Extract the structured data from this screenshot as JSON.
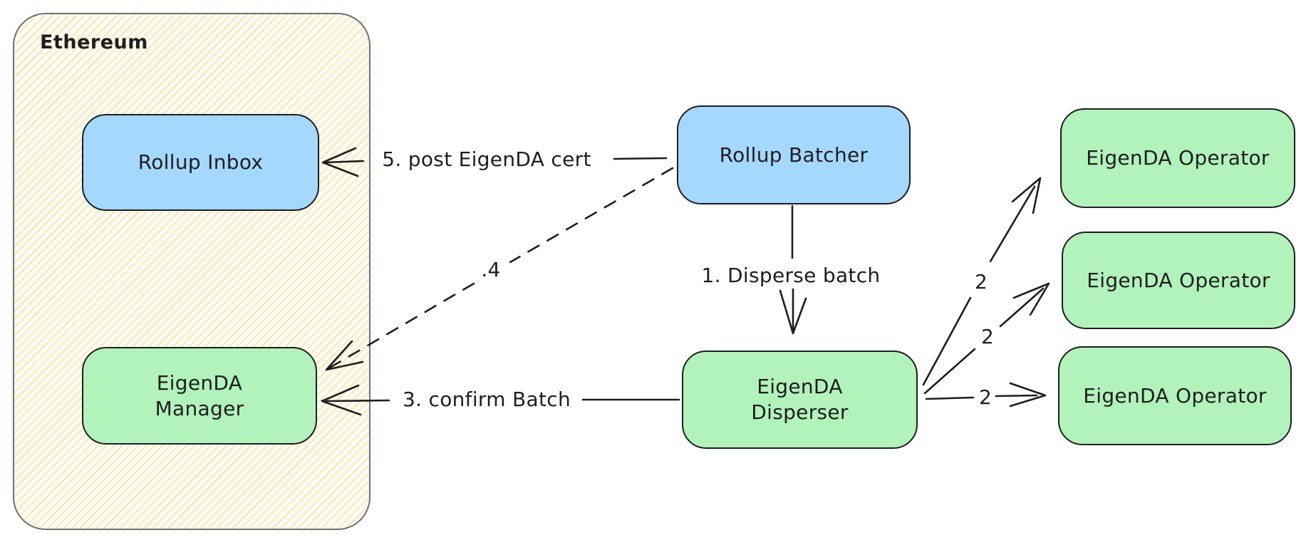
{
  "diagram": {
    "title_group": {
      "label": "Ethereum"
    },
    "nodes": {
      "rollup_inbox": {
        "label": "Rollup Inbox",
        "color": "blue"
      },
      "eigenda_manager": {
        "label": "EigenDA\nManager",
        "color": "green"
      },
      "rollup_batcher": {
        "label": "Rollup Batcher",
        "color": "blue"
      },
      "eigenda_disperser": {
        "label": "EigenDA\nDisperser",
        "color": "green"
      },
      "operator_1": {
        "label": "EigenDA Operator",
        "color": "green"
      },
      "operator_2": {
        "label": "EigenDA Operator",
        "color": "green"
      },
      "operator_3": {
        "label": "EigenDA Operator",
        "color": "green"
      }
    },
    "edges": {
      "disperse_batch": {
        "label": "1. Disperse batch",
        "from": "rollup_batcher",
        "to": "eigenda_disperser",
        "style": "solid"
      },
      "shard_1": {
        "label": "2",
        "from": "eigenda_disperser",
        "to": "operator_1",
        "style": "solid"
      },
      "shard_2": {
        "label": "2",
        "from": "eigenda_disperser",
        "to": "operator_2",
        "style": "solid"
      },
      "shard_3": {
        "label": "2",
        "from": "eigenda_disperser",
        "to": "operator_3",
        "style": "solid"
      },
      "confirm_batch": {
        "label": "3. confirm Batch",
        "from": "eigenda_disperser",
        "to": "eigenda_manager",
        "style": "solid"
      },
      "dashed_4": {
        "label": ".4",
        "from": "rollup_batcher",
        "to": "eigenda_manager",
        "style": "dashed"
      },
      "post_cert": {
        "label": "5. post EigenDA cert",
        "from": "rollup_batcher",
        "to": "rollup_inbox",
        "style": "solid"
      }
    },
    "colors": {
      "node_stroke": "#1e1e1e",
      "blue_fill": "#a5d8ff",
      "green_fill": "#b2f2bb",
      "container_stroke": "#6f6f6f",
      "text_color": "#1e1e1e",
      "canvas_bg": "#ffffff"
    }
  }
}
